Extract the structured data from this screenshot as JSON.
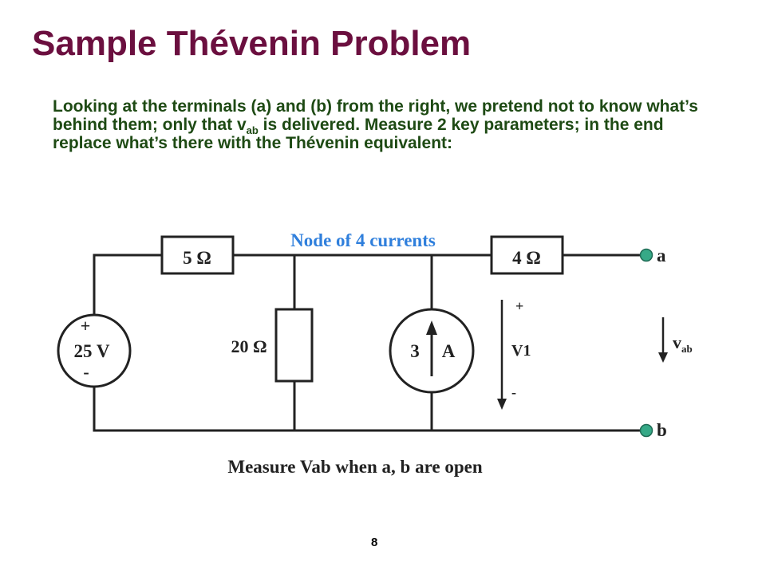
{
  "slide": {
    "title": "Sample Thévenin Problem",
    "intro": {
      "before_sub": "Looking at the terminals (a) and (b) from the right, we pretend not to know what’s behind them; only that v",
      "sub": "ab",
      "after_sub": " is delivered. Measure 2 key parameters; in the end replace what’s there with the Thévenin equivalent:"
    },
    "page_number": "8"
  },
  "circuit": {
    "node_note": "Node of 4 currents",
    "resistor_series_1": "5 Ω",
    "resistor_series_2": "4 Ω",
    "resistor_shunt": "20 Ω",
    "voltage_source": {
      "plus": "+",
      "value": "25 V",
      "minus": "-"
    },
    "current_source": {
      "value_number": "3",
      "value_unit": "A"
    },
    "v1": {
      "plus": "+",
      "label": "V1",
      "minus": "-"
    },
    "vab": {
      "main": "v",
      "sub": "ab"
    },
    "terminal_a": "a",
    "terminal_b": "b",
    "caption": "Measure Vab when a, b are open"
  },
  "colors": {
    "title": "#6b0f3f",
    "body_text": "#1e4a14",
    "node_note": "#2f7fdc",
    "terminal_fill": "#36a987",
    "wire": "#222222"
  }
}
